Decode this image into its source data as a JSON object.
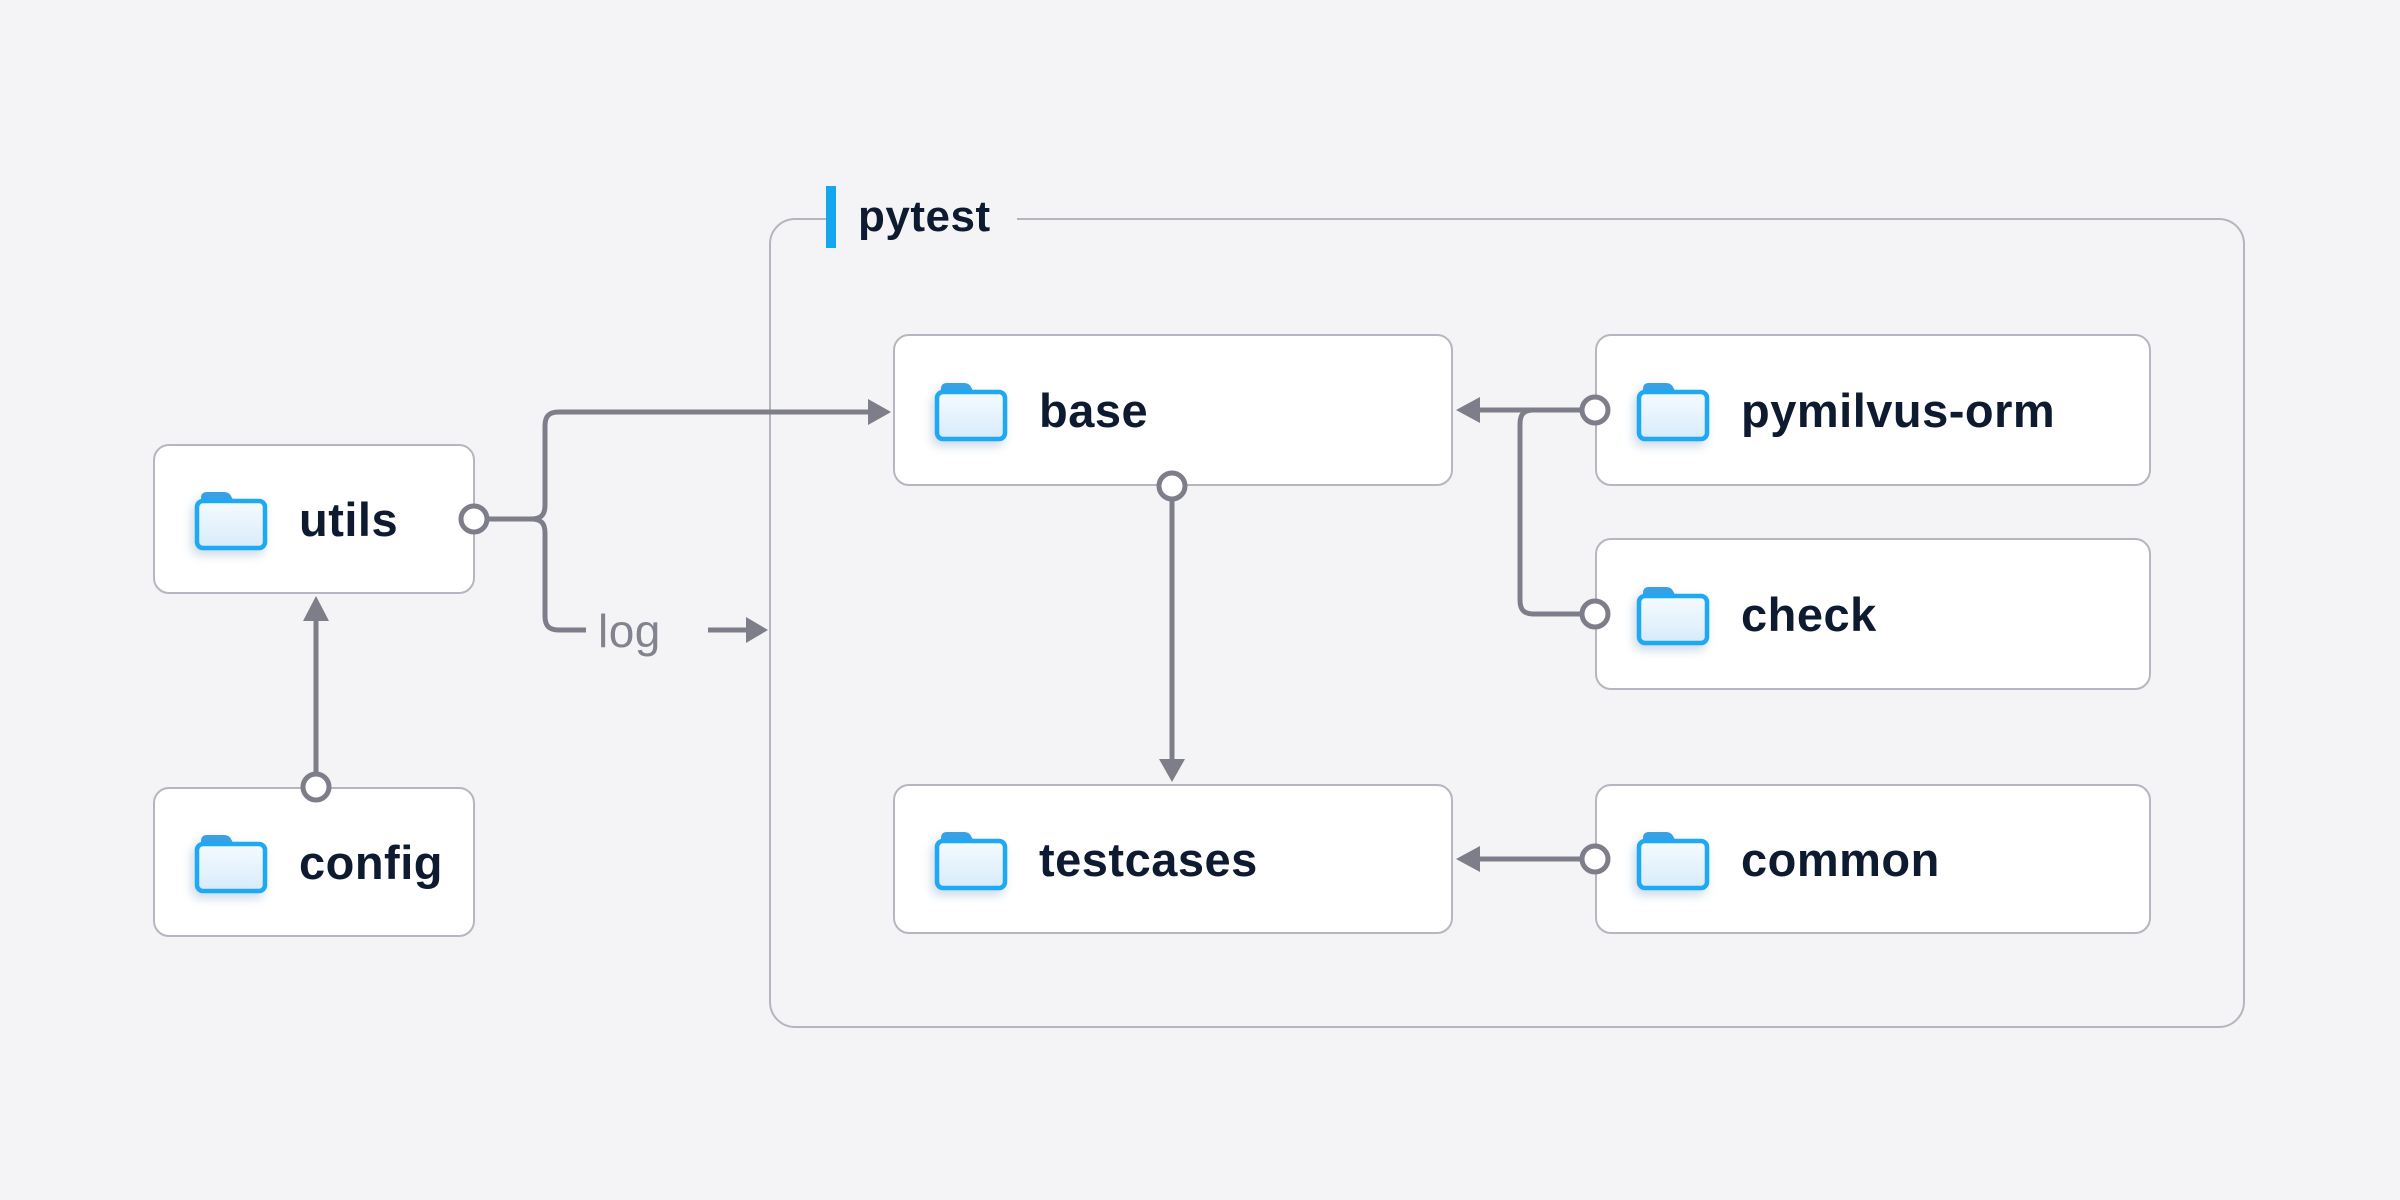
{
  "group": {
    "label": "pytest"
  },
  "nodes": [
    {
      "id": "utils",
      "label": "utils"
    },
    {
      "id": "config",
      "label": "config"
    },
    {
      "id": "base",
      "label": "base"
    },
    {
      "id": "pymilvus-orm",
      "label": "pymilvus-orm"
    },
    {
      "id": "check",
      "label": "check"
    },
    {
      "id": "testcases",
      "label": "testcases"
    },
    {
      "id": "common",
      "label": "common"
    }
  ],
  "edges": {
    "log_label": "log",
    "list": [
      {
        "from": "config",
        "to": "utils",
        "type": "arrow"
      },
      {
        "from": "utils",
        "to": "base",
        "type": "arrow"
      },
      {
        "from": "utils",
        "to": "pytest",
        "type": "labeled-arrow",
        "label": "log"
      },
      {
        "from": "pymilvus-orm",
        "to": "base",
        "type": "arrow"
      },
      {
        "from": "check",
        "to": "base",
        "type": "merge-arrow"
      },
      {
        "from": "base",
        "to": "testcases",
        "type": "arrow"
      },
      {
        "from": "common",
        "to": "testcases",
        "type": "arrow"
      }
    ]
  },
  "icons": {
    "folder": "folder-icon",
    "accent_bar": "accent-bar-icon"
  },
  "colors": {
    "page-bg": "#f4f4f6",
    "node-bg": "#ffffff",
    "node-border": "#b5b6c0",
    "group-border": "#b4b5bf",
    "wire": "#7e7e8a",
    "text-dark": "#0e1a2f",
    "text-muted": "#83838f",
    "accent": "#14a7f0",
    "folder-stroke": "#1fa8f3",
    "folder-tab": "#39a0e4",
    "folder-fill-top": "#f5fbff",
    "folder-fill-bottom": "#d7ebfa"
  }
}
